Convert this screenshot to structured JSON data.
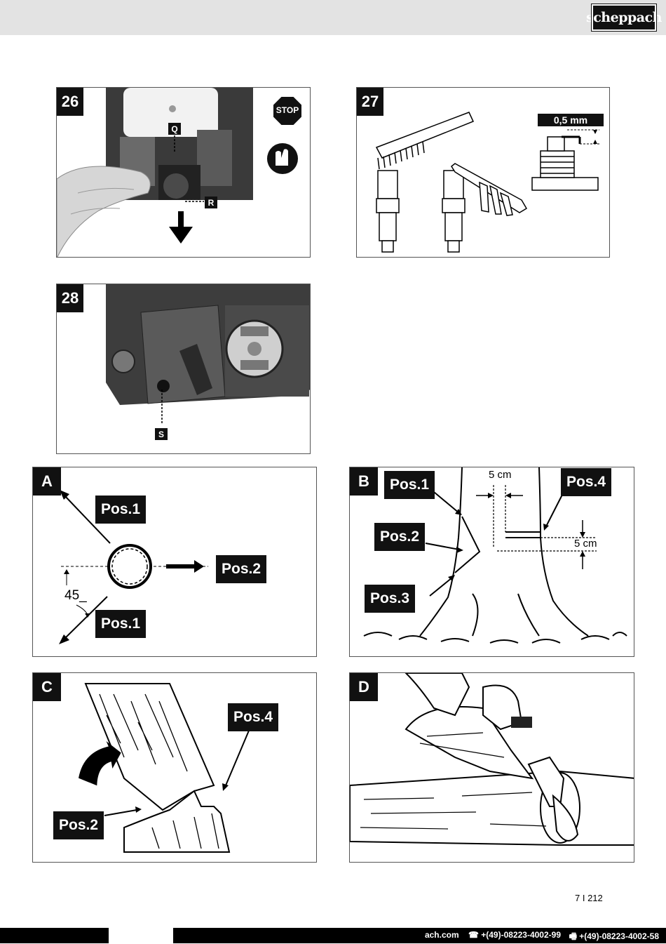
{
  "header": {
    "brand": "scheppach"
  },
  "figures": {
    "f26": {
      "number": "26",
      "stop_label": "STOP",
      "label_q": "Q",
      "label_r": "R"
    },
    "f27": {
      "number": "27",
      "gap_label": "0,5 mm"
    },
    "f28": {
      "number": "28",
      "label_s": "S"
    },
    "fa": {
      "letter": "A",
      "pos1_top": "Pos.1",
      "pos2": "Pos.2",
      "pos1_bottom": "Pos.1",
      "angle": "45_"
    },
    "fb": {
      "letter": "B",
      "pos1": "Pos.1",
      "pos2": "Pos.2",
      "pos3": "Pos.3",
      "pos4": "Pos.4",
      "dim_top": "5 cm",
      "dim_side": "5 cm"
    },
    "fc": {
      "letter": "C",
      "pos4": "Pos.4",
      "pos2": "Pos.2"
    },
    "fd": {
      "letter": "D"
    }
  },
  "footer": {
    "page": "7 I 212",
    "website": "ach.com",
    "phone": "☎ +(49)-08223-4002-99",
    "fax": "🖷 +(49)-08223-4002-58"
  },
  "colors": {
    "accent": "#111111",
    "topbar": "#e3e3e3"
  }
}
